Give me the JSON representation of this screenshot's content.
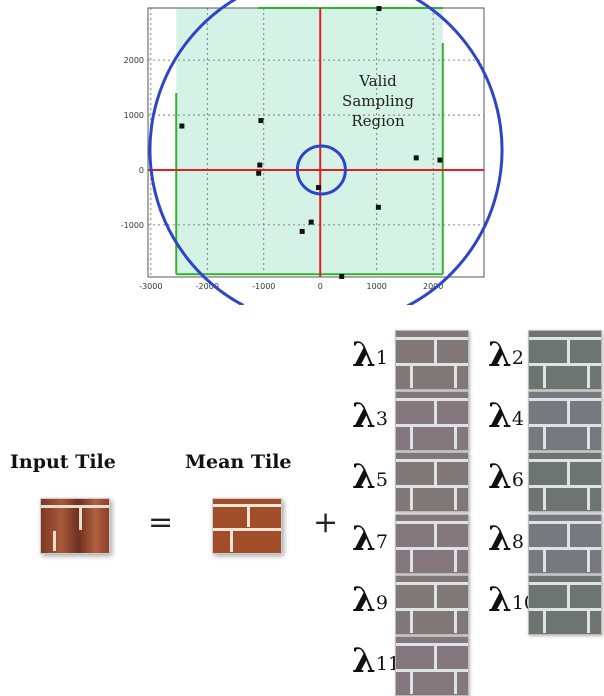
{
  "chart_data": {
    "type": "scatter",
    "x_ticks": [
      "-3000",
      "-2000",
      "-1000",
      "0",
      "1000",
      "2000"
    ],
    "y_ticks": [
      "2000",
      "1000",
      "0",
      "-1000"
    ],
    "xlim": [
      -3050,
      2900
    ],
    "ylim": [
      -1950,
      2950
    ],
    "points": [
      {
        "x": -2450,
        "y": 800
      },
      {
        "x": -1050,
        "y": 900
      },
      {
        "x": -1070,
        "y": 90
      },
      {
        "x": -1090,
        "y": -60
      },
      {
        "x": -30,
        "y": -320
      },
      {
        "x": -160,
        "y": -950
      },
      {
        "x": -320,
        "y": -1120
      },
      {
        "x": 1030,
        "y": -680
      },
      {
        "x": 1700,
        "y": 220
      },
      {
        "x": 2120,
        "y": 180
      },
      {
        "x": 380,
        "y": -1940
      },
      {
        "x": 1040,
        "y": 2940
      }
    ],
    "crosshair": {
      "x": 0,
      "y": 0
    },
    "valid_region": {
      "x_min": -2550,
      "x_max": 2170,
      "y_min": -1900,
      "y_max": 2950
    },
    "inner_circle": {
      "cx": 20,
      "cy": 0,
      "r": 420
    },
    "annotation": "Valid\nSampling\nRegion",
    "colors": {
      "region_fill": "#d4f2e6",
      "region_border": "#31b331",
      "crosshair": "#e02020",
      "circle": "#2f45c8"
    }
  },
  "diagram": {
    "input_label": "Input Tile",
    "mean_label": "Mean Tile",
    "equals": "=",
    "plus": "+",
    "lambda_symbol": "λ",
    "eigen_labels": [
      "1",
      "2",
      "3",
      "4",
      "5",
      "6",
      "7",
      "8",
      "9",
      "10",
      "11"
    ]
  }
}
